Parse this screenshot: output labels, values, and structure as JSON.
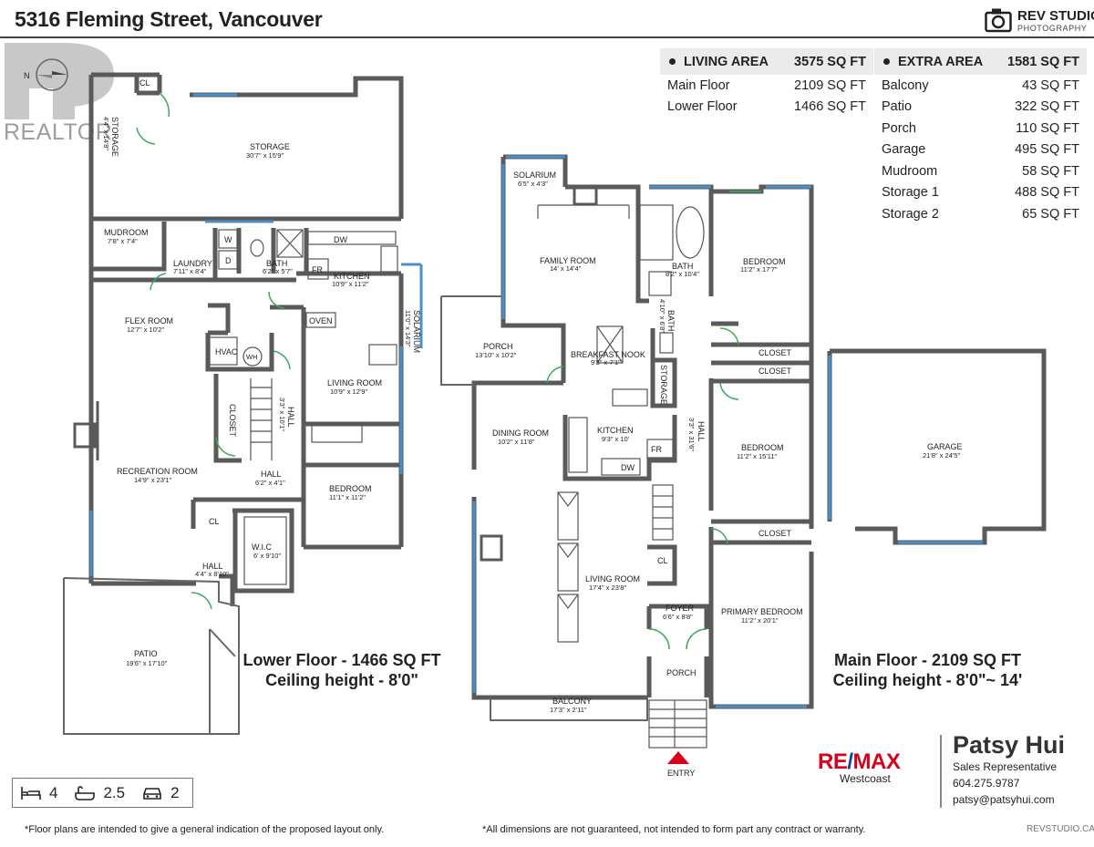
{
  "header": {
    "title": "5316 Fleming Street, Vancouver",
    "logo_main": "REV STUDIO",
    "logo_sub": "PHOTOGRAPHY"
  },
  "watermark": {
    "text": "REALTOR"
  },
  "areas": {
    "living": {
      "label": "LIVING AREA",
      "total": "3575 SQ FT",
      "rows": [
        {
          "name": "Main Floor",
          "value": "2109 SQ FT"
        },
        {
          "name": "Lower Floor",
          "value": "1466 SQ FT"
        }
      ]
    },
    "extra": {
      "label": "EXTRA AREA",
      "total": "1581 SQ FT",
      "rows": [
        {
          "name": "Balcony",
          "value": "43 SQ FT"
        },
        {
          "name": "Patio",
          "value": "322 SQ FT"
        },
        {
          "name": "Porch",
          "value": "110 SQ FT"
        },
        {
          "name": "Garage",
          "value": "495 SQ FT"
        },
        {
          "name": "Mudroom",
          "value": "58 SQ FT"
        },
        {
          "name": "Storage 1",
          "value": "488 SQ FT"
        },
        {
          "name": "Storage 2",
          "value": "65 SQ FT"
        }
      ]
    }
  },
  "lower_floor": {
    "caption_1": "Lower Floor - 1466 SQ FT",
    "caption_2": "Ceiling height - 8'0\"",
    "compass": "N",
    "rooms": {
      "cl_top": "CL",
      "storage_small": "STORAGE",
      "storage_small_dim": "4'4\" x 14'8\"",
      "storage": "STORAGE",
      "storage_dim": "30'7\" x 15'9\"",
      "mudroom": "MUDROOM",
      "mudroom_dim": "7'8\" x 7'4\"",
      "laundry": "LAUNDRY",
      "laundry_dim": "7'11\" x 8'4\"",
      "washer": "W",
      "dryer": "D",
      "bath": "BATH",
      "bath_dim": "6'2\" x 5'7\"",
      "dw": "DW",
      "fr": "FR",
      "kitchen": "KITCHEN",
      "kitchen_dim": "10'9\" x 11'2\"",
      "solarium": "SOLARIUM",
      "solarium_dim": "11'0\" x 14'3\"",
      "oven": "OVEN",
      "flex": "FLEX ROOM",
      "flex_dim": "12'7\" x 10'2\"",
      "hvac": "HVAC",
      "wh": "WH",
      "hall1": "HALL",
      "hall1_dim": "3'3\" x 10'1\"",
      "closet": "CLOSET",
      "living": "LIVING ROOM",
      "living_dim": "10'9\" x 12'9\"",
      "recreation": "RECREATION ROOM",
      "recreation_dim": "14'9\" x 23'1\"",
      "hall2": "HALL",
      "hall2_dim": "6'2\" x 4'1\"",
      "bedroom": "BEDROOM",
      "bedroom_dim": "11'1\" x 11'2\"",
      "cl": "CL",
      "wic": "W.I.C",
      "wic_dim": "6' x 9'10\"",
      "hall3": "HALL",
      "hall3_dim": "4'4\" x 8'10\"",
      "patio": "PATIO",
      "patio_dim": "19'6\" x 17'10\""
    }
  },
  "main_floor": {
    "caption_1": "Main Floor - 2109 SQ FT",
    "caption_2": "Ceiling height - 8'0\"~ 14'",
    "entry": "ENTRY",
    "rooms": {
      "solarium": "SOLARIUM",
      "solarium_dim": "6'5\" x 4'3\"",
      "family": "FAMILY ROOM",
      "family_dim": "14' x 14'4\"",
      "bath": "BATH",
      "bath_dim": "8'2\" x 10'4\"",
      "bath2": "BATH",
      "bath2_dim": "4'10\" x 6'8\"",
      "bedroom1": "BEDROOM",
      "bedroom1_dim": "11'2\" x 17'7\"",
      "porch_side": "PORCH",
      "porch_side_dim": "13'10\" x 10'2\"",
      "nook": "BREAKFAST NOOK",
      "nook_dim": "9'3\" x 7'1\"",
      "storage": "STORAGE",
      "closet1": "CLOSET",
      "closet2": "CLOSET",
      "dining": "DINING ROOM",
      "dining_dim": "10'2\" x 11'8\"",
      "kitchen": "KITCHEN",
      "kitchen_dim": "9'3\" x 10'",
      "fr": "FR",
      "dw": "DW",
      "hall": "HALL",
      "hall_dim": "3'3\" x 31'6\"",
      "bedroom2": "BEDROOM",
      "bedroom2_dim": "11'2\" x 15'11\"",
      "garage": "GARAGE",
      "garage_dim": "21'8\" x 24'5\"",
      "closet3": "CLOSET",
      "cl": "CL",
      "living": "LIVING ROOM",
      "living_dim": "17'4\" x 23'8\"",
      "foyer": "FOYER",
      "foyer_dim": "6'6\" x 8'8\"",
      "primary": "PRIMARY BEDROOM",
      "primary_dim": "11'2\" x 20'1\"",
      "porch": "PORCH",
      "balcony": "BALCONY",
      "balcony_dim": "17'3\" x 2'11\""
    }
  },
  "stats": {
    "beds": "4",
    "baths": "2.5",
    "parking": "2"
  },
  "brokerage": {
    "brand_a": "RE",
    "brand_b": "/",
    "brand_c": "MAX",
    "office": "Westcoast"
  },
  "agent": {
    "name": "Patsy Hui",
    "title": "Sales Representative",
    "phone": "604.275.9787",
    "email": "patsy@patsyhui.com"
  },
  "footer": {
    "left": "*Floor plans are intended to give a general indication of the proposed layout only.",
    "mid": "*All dimensions are not guaranteed, not intended to form part any contract or warranty.",
    "right": "REVSTUDIO.CA"
  },
  "colors": {
    "wall": "#5a5a5a",
    "window": "#4a90c8",
    "door_green": "#3ca95a",
    "brand_red": "#d9001b",
    "brand_blue": "#1b3f91"
  }
}
